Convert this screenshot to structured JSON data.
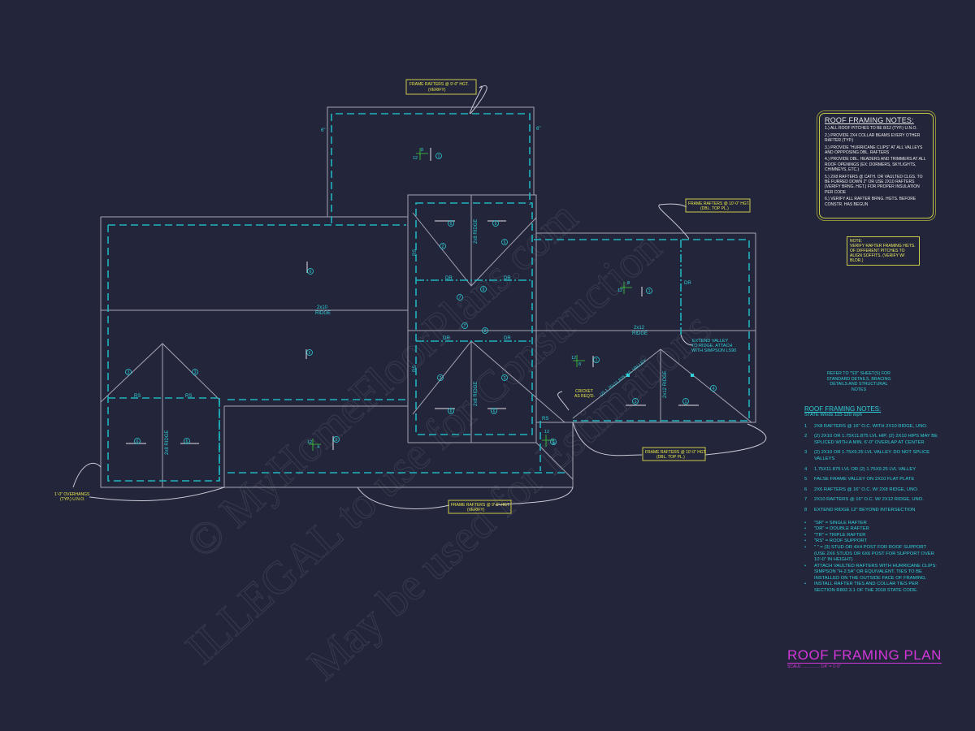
{
  "watermark": {
    "line1": "© MyHomeFloorPlans.com",
    "line2": "ILLEGAL to use for Construction",
    "line3": "May be used for Estimations"
  },
  "callouts": {
    "top": [
      "FRAME RAFTERS @ 9'-0\" HGT.",
      "(VERIFY)"
    ],
    "right_upper": [
      "FRAME RAFTERS @ 10'-0\" HGT.",
      "(DBL. TOP PL.)"
    ],
    "right_lower": [
      "FRAME RAFTERS @ 10'-0\" HGT.",
      "(DBL. TOP PL.)"
    ],
    "bottom": [
      "FRAME RAFTERS @ 9'-6\" HGT.",
      "(VERIFY)"
    ],
    "overhangs": [
      "1'-0\" OVERHANGS",
      "(TYP.) U.N.O."
    ],
    "cricket": [
      "CRICKET",
      "AS REQ'D."
    ],
    "extend_valley": [
      "EXTEND VALLEY",
      "TO RIDGE. ATTACH",
      "WITH SIMPSON LS90"
    ]
  },
  "plan_labels": {
    "ridge_2x10": [
      "2x10",
      "RIDGE"
    ],
    "ridge_2x12_mid": [
      "2x12",
      "RIDGE"
    ],
    "ridge_2x12_right": "2x12 RIDGE",
    "ridge_2x8": "2x8 RIDGE",
    "valley": "(2) 1.75x11.875 LVL VALLEY",
    "dr": "DR",
    "rs": "RS",
    "overhang_6": "6\"",
    "pitch_12": "12",
    "pitch_4": "4",
    "pitch_8": "8"
  },
  "tags": [
    "1",
    "2",
    "3",
    "4",
    "5",
    "6",
    "7",
    "8"
  ],
  "notes_box": {
    "title": "ROOF FRAMING NOTES:",
    "items": [
      "1.) ALL ROOF PITCHES TO BE 8/12 (TYP.) U.N.O.",
      "2.) PROVIDE 2x4 COLLAR BEAMS EVERY OTHER RAFTER (TYP.)",
      "3.) PROVIDE \"HURRICANE CLIPS\" AT ALL VALLEYS AND OPPPOSING DBL. RAFTERS",
      "4.) PROVIDE DBL. HEADERS AND TRIMMERS AT ALL ROOF OPENINGS (EX: DORMERS, SKYLIGHTS, CHIMNEYS, ETC.)",
      "5.) 2x8 RAFTERS @ CATH. OR VAULTED CLGS. TO BE FURRED DOWN 2\" OR USE 2x10 RAFTERS (VERIFY BRNG. HGT.) FOR PROPER INSULATION PER CODE",
      "6.) VERIFY ALL RAFTER BRNG. HGTS. BEFORE CONSTR. HAS BEGUN"
    ]
  },
  "yellow_note": {
    "title": "NOTE:",
    "text": "VERIFY RAFTER FRAMING HGTS. OF DIFFERENT PITCHES TO ALIGN SOFFITS. (VERIFY W/ BLDR.)"
  },
  "refer_note": "REFER TO \"SD\" SHEET(S) FOR STANDARD DETAILS, BRACING DETAILS AND STRUCTURAL NOTES",
  "legend": {
    "title": "ROOF FRAMING NOTES:",
    "subtitle": "STATE Winds 115-120 mph",
    "items": [
      {
        "sym": "1",
        "text": "2x8 RAFTERS @ 16\" O.C. WITH 2x10 RIDGE, UNO."
      },
      {
        "sym": "2",
        "text": "(2) 2x10 OR 1.75x11.875 LVL HIP. (2) 2x10 HIPS MAY BE SPLICED WITH A MIN. 6'-0\" OVERLAP AT CENTER"
      },
      {
        "sym": "3",
        "text": "(2) 2x10 OR 1.75x9.25 LVL VALLEY. DO NOT SPLICE VALLEYS"
      },
      {
        "sym": "4",
        "text": "1.75x11.875 LVL OR (2) 1.75x9.25 LVL VALLEY"
      },
      {
        "sym": "5",
        "text": "FALSE FRAME VALLEY ON 2x10 FLAT PLATE"
      },
      {
        "sym": "6",
        "text": "2x6 RAFTERS @ 16\" O.C. W/ 2x8 RIDGE, UNO."
      },
      {
        "sym": "7",
        "text": "2x10 RAFTERS @ 16\" O.C. W/ 2x12 RIDGE, UNO."
      },
      {
        "sym": "8",
        "text": "EXTEND RIDGE 12\" BEYOND INTERSECTION"
      }
    ],
    "bullets": [
      "\"SR\" = SINGLE RAFTER",
      "\"DR\" = DOUBLE RAFTER",
      "\"TR\" = TRIPLE RAFTER",
      "\"RS\" = ROOF SUPPORT",
      "\" \" = (3) STUD OR 4x4 POST FOR ROOF SUPPORT (USE 2x6 STUDS OR 6x6 POST FOR SUPPORT OVER 10'-0\" IN HEIGHT)",
      "ATTACH VAULTED RAFTERS WITH HURRICANE CLIPS: SIMPSON \"H-2.5A\" OR EQUIVALENT. TIES TO BE INSTALLED ON THE OUTSIDE FACE OF FRAMING.",
      "INSTALL RAFTER TIES AND COLLAR TIES PER SECTION R802.3.1 OF THE 2018 STATE CODE."
    ]
  },
  "title_block": {
    "title": "ROOF FRAMING PLAN",
    "scale": "SCALE: ............... 1/4\" = 1'-0\""
  }
}
